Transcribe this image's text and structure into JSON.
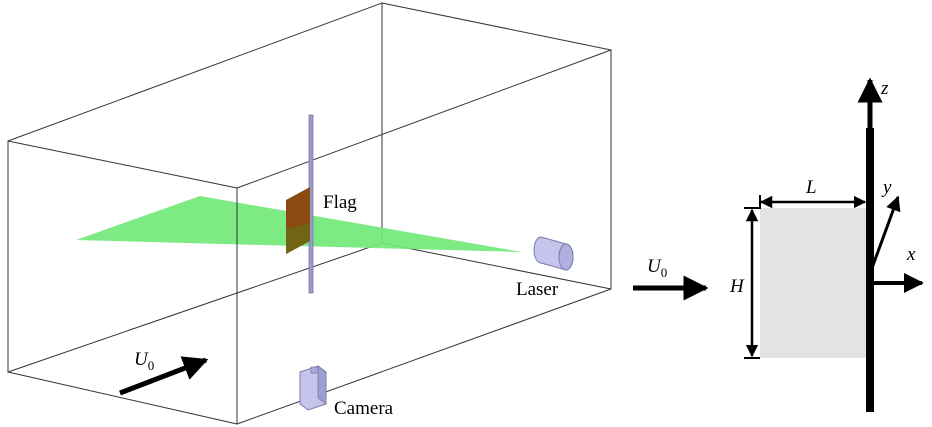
{
  "left_panel": {
    "flag_label": "Flag",
    "laser_label": "Laser",
    "camera_label": "Camera",
    "flow_label": {
      "symbol": "U",
      "subscript": "0"
    },
    "colors": {
      "laser_sheet": "#73e87a",
      "flag": "#8b4a12",
      "flag_in_sheet": "#6a6a14",
      "pole": "#9a9ac8",
      "device_fill": "#c4c4ec",
      "device_stroke": "#7a7aaa",
      "frame_lines": "#333333",
      "arrow": "#000000"
    }
  },
  "right_panel": {
    "axis_z": "z",
    "axis_y": "y",
    "axis_x": "x",
    "dim_length": "L",
    "dim_height": "H",
    "flow_label": {
      "symbol": "U",
      "subscript": "0"
    },
    "colors": {
      "flag_fill": "#e3e3e3",
      "pole": "#000000",
      "arrows": "#000000"
    }
  }
}
